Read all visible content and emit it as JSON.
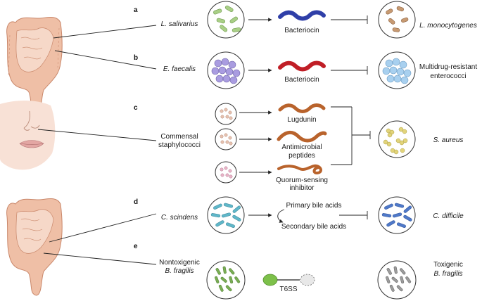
{
  "colors": {
    "lsalivarius_microbe": "#a9cf86",
    "listeria": "#c79a72",
    "bacteriocin_blue": "#2f3fa8",
    "bacteriocin_red": "#c01e26",
    "efaecalis_microbe": "#a99ce0",
    "enterococci": "#a8d0ef",
    "peptide_brown": "#b9632c",
    "staph_small": "#e6c2b0",
    "saureus": "#e2d47a",
    "cscindens": "#5fb7c9",
    "cdifficile": "#4f79c9",
    "bfrag_nontox": "#79ae53",
    "bfrag_tox": "#9c9c9c",
    "t6ss_green": "#7dc04a",
    "organ": "#efbfa6",
    "skin": "#f8e1d6"
  },
  "panels": [
    {
      "letter": "a",
      "organ_icon": "intestine-icon",
      "source_lines": [
        "L. salivarius"
      ],
      "agent": [
        "Bacteriocin"
      ],
      "target_lines": [
        "L. monocytogenes"
      ],
      "target_italic": true
    },
    {
      "letter": "b",
      "source_lines": [
        "E. faecalis"
      ],
      "agent": [
        "Bacteriocin"
      ],
      "target_lines": [
        "Multidrug-resistant",
        "enterococci"
      ],
      "target_italic": false
    },
    {
      "letter": "c",
      "organ_icon": "face-icon",
      "source_lines": [
        "Commensal",
        "staphylococci"
      ],
      "agents": [
        [
          "Lugdunin"
        ],
        [
          "Antimicrobial",
          "peptides"
        ],
        [
          "Quorum-sensing",
          "inhibitor"
        ]
      ],
      "target_lines": [
        "S. aureus"
      ],
      "target_italic": true
    },
    {
      "letter": "d",
      "organ_icon": "intestine-icon",
      "source_lines": [
        "C. scindens"
      ],
      "conversion_from": "Primary bile acids",
      "conversion_to": "Secondary bile acids",
      "target_lines": [
        "C. difficile"
      ],
      "target_italic": true
    },
    {
      "letter": "e",
      "source_lines": [
        "Nontoxigenic",
        "B. fragilis"
      ],
      "agent": [
        "T6SS"
      ],
      "target_lines": [
        "Toxigenic",
        "B. fragilis"
      ],
      "target_italic": false
    }
  ]
}
